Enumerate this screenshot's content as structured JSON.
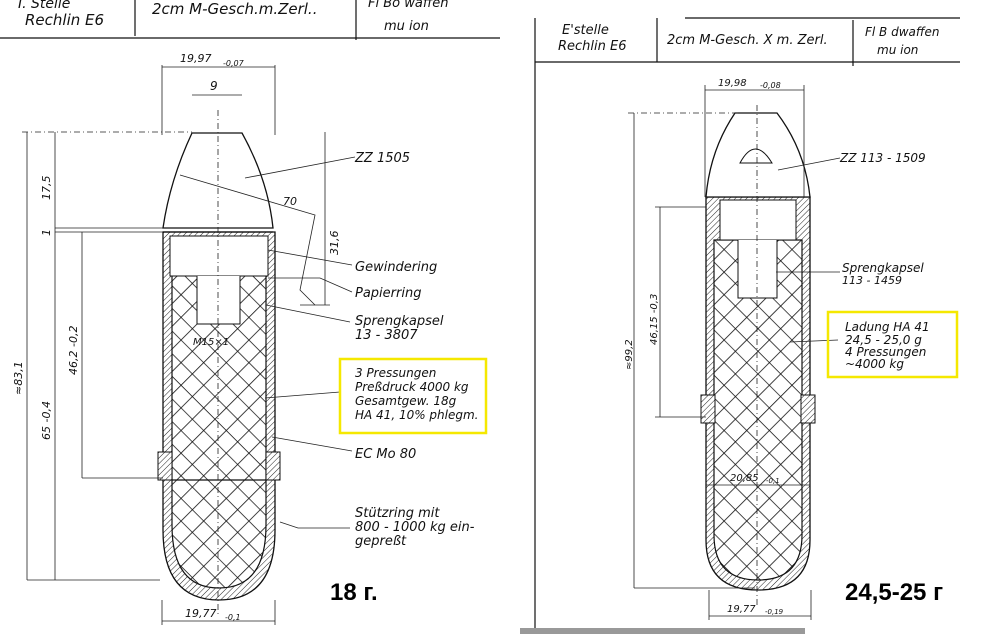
{
  "left_sheet": {
    "header": {
      "office": [
        "I. Stelle",
        "Rechlin E6"
      ],
      "title": "2cm M-Gesch.m.Zerl..",
      "dept": [
        "Fl Bo  waffen",
        "mu   ion"
      ]
    },
    "dimensions": {
      "top_diameter": "19,97",
      "top_diameter_tol": "-0,07",
      "nose_tip": "9",
      "radius": "70",
      "nose_height": "17,5",
      "gap": "1",
      "overall": "≈83,1",
      "body_length": "65 -0,4",
      "charge_length": "46,2 -0,2",
      "fuze_length": "31,6",
      "thread": "M15×1",
      "bottom_diameter": "19,77",
      "bottom_diameter_tol": "-0,1"
    },
    "labels": {
      "fuze": "ZZ 1505",
      "ring1": "Gewindering",
      "ring2": "Papierring",
      "detonator": [
        "Sprengkapsel",
        "13 - 3807"
      ],
      "charge": [
        "3 Pressungen",
        "Preßdruck 4000 kg",
        "Gesamtgew. 18g",
        "HA 41, 10% phlegm."
      ],
      "body": "EC Mo 80",
      "support_ring": [
        "Stützring mit",
        "800 - 1000 kg ein-",
        "gepreßt"
      ]
    },
    "caption": "18 г."
  },
  "right_sheet": {
    "header": {
      "office": [
        "E'stelle",
        "Rechlin E6"
      ],
      "title": "2cm M-Gesch. X m. Zerl.",
      "dept": [
        "Fl B  dwaffen",
        "mu   ion"
      ]
    },
    "dimensions": {
      "top_diameter": "19,98",
      "top_diameter_tol": "-0,08",
      "overall": "≈99,2",
      "charge_length": "46,15 -0,3",
      "band_diameter": "20,85",
      "band_diameter_tol": "-0,1",
      "bottom_diameter": "19,77",
      "bottom_diameter_tol": "-0,19"
    },
    "labels": {
      "fuze": "ZZ 113 - 1509",
      "detonator": [
        "Sprengkapsel",
        "113 - 1459"
      ],
      "charge": [
        "Ladung HA 41",
        "24,5 - 25,0 g",
        "4 Pressungen",
        "~4000 kg"
      ]
    },
    "caption": "24,5-25 г"
  },
  "colors": {
    "highlight": "#f5e800",
    "ink": "#111111"
  }
}
